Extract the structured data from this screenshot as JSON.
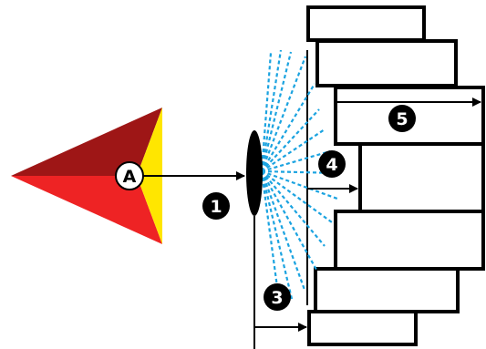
{
  "colors": {
    "arrow_dark": "#9e1616",
    "arrow_red": "#ee2324",
    "arrow_yellow": "#ffe600",
    "spray": "#1ba3e0",
    "line": "#000000",
    "callout_fill": "#000000",
    "callout_text": "#ffffff"
  },
  "origin": {
    "label": "A"
  },
  "callouts": {
    "c1": {
      "label": "1"
    },
    "c3": {
      "label": "3"
    },
    "c4": {
      "label": "4"
    },
    "c5": {
      "label": "5"
    }
  }
}
